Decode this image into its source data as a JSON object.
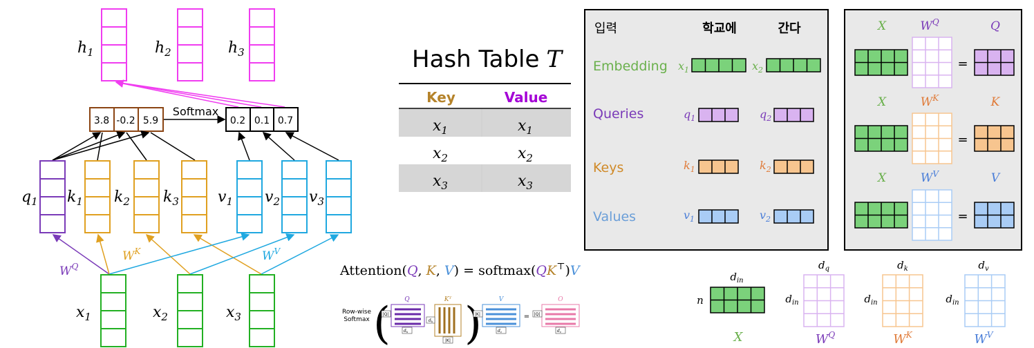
{
  "colors": {
    "magenta": "#f03cf0",
    "brown": "#8b4513",
    "purple": "#7a3ab8",
    "orange": "#e0a020",
    "cyan": "#1fa8e0",
    "green": "#22b022",
    "key_gold": "#b5832a",
    "value_violet": "#a400d6",
    "emb_green": "#6ab04c",
    "q_purple": "#7a3ab8",
    "k_orange": "#e07b39",
    "v_blue": "#6a9ed8"
  },
  "left": {
    "h_labels": [
      "h",
      "h",
      "h"
    ],
    "h_subs": [
      "1",
      "2",
      "3"
    ],
    "scores": [
      "3.8",
      "-0.2",
      "5.9"
    ],
    "softmax_label": "Softmax",
    "probs": [
      "0.2",
      "0.1",
      "0.7"
    ],
    "qkv_labels": [
      "q",
      "k",
      "k",
      "k",
      "v",
      "v",
      "v"
    ],
    "qkv_subs": [
      "1",
      "1",
      "2",
      "3",
      "1",
      "2",
      "3"
    ],
    "w_labels": [
      "W",
      "W",
      "W"
    ],
    "w_sups": [
      "Q",
      "K",
      "V"
    ],
    "x_labels": [
      "x",
      "x",
      "x"
    ],
    "x_subs": [
      "1",
      "2",
      "3"
    ]
  },
  "hash": {
    "title": "Hash Table",
    "title_var": "T",
    "key_header": "Key",
    "value_header": "Value",
    "rows": [
      {
        "k": "x",
        "ks": "1",
        "v": "x",
        "vs": "1"
      },
      {
        "k": "x",
        "ks": "2",
        "v": "x",
        "vs": "2"
      },
      {
        "k": "x",
        "ks": "3",
        "v": "x",
        "vs": "3"
      }
    ]
  },
  "formula": {
    "text_attention": "Attention",
    "text_softmax": "softmax",
    "Q": "Q",
    "K": "K",
    "V": "V",
    "T": "⊤",
    "rowwise": "Row-wise",
    "softmax_small": "Softmax",
    "mini_q": "Q",
    "mini_kt": "Kᵀ",
    "mini_v": "V",
    "mini_o": "O",
    "mini_q_rows": "|Q|",
    "mini_dk": "d",
    "mini_dk_sub": "k",
    "mini_k_rows": "|K|",
    "mini_dv": "d",
    "mini_dv_sub": "v"
  },
  "panel1": {
    "input_label": "입력",
    "word1": "학교에",
    "word2": "간다",
    "rows": [
      {
        "label": "Embedding",
        "sym": "x",
        "s1": "1",
        "s2": "2"
      },
      {
        "label": "Queries",
        "sym": "q",
        "s1": "1",
        "s2": "2"
      },
      {
        "label": "Keys",
        "sym": "k",
        "s1": "1",
        "s2": "2"
      },
      {
        "label": "Values",
        "sym": "v",
        "s1": "1",
        "s2": "2"
      }
    ]
  },
  "panel2": {
    "rows": [
      {
        "x": "X",
        "w": "W",
        "wsup": "Q",
        "out": "Q"
      },
      {
        "x": "X",
        "w": "W",
        "wsup": "K",
        "out": "K"
      },
      {
        "x": "X",
        "w": "W",
        "wsup": "V",
        "out": "V"
      }
    ],
    "eq": "="
  },
  "dims": {
    "din": "d",
    "din_sub": "in",
    "n": "n",
    "dq": "d",
    "dq_sub": "q",
    "dk": "d",
    "dk_sub": "k",
    "dv": "d",
    "dv_sub": "v",
    "x": "X",
    "wq": "W",
    "wq_sup": "Q",
    "wk": "W",
    "wk_sup": "K",
    "wv": "W",
    "wv_sup": "V"
  }
}
